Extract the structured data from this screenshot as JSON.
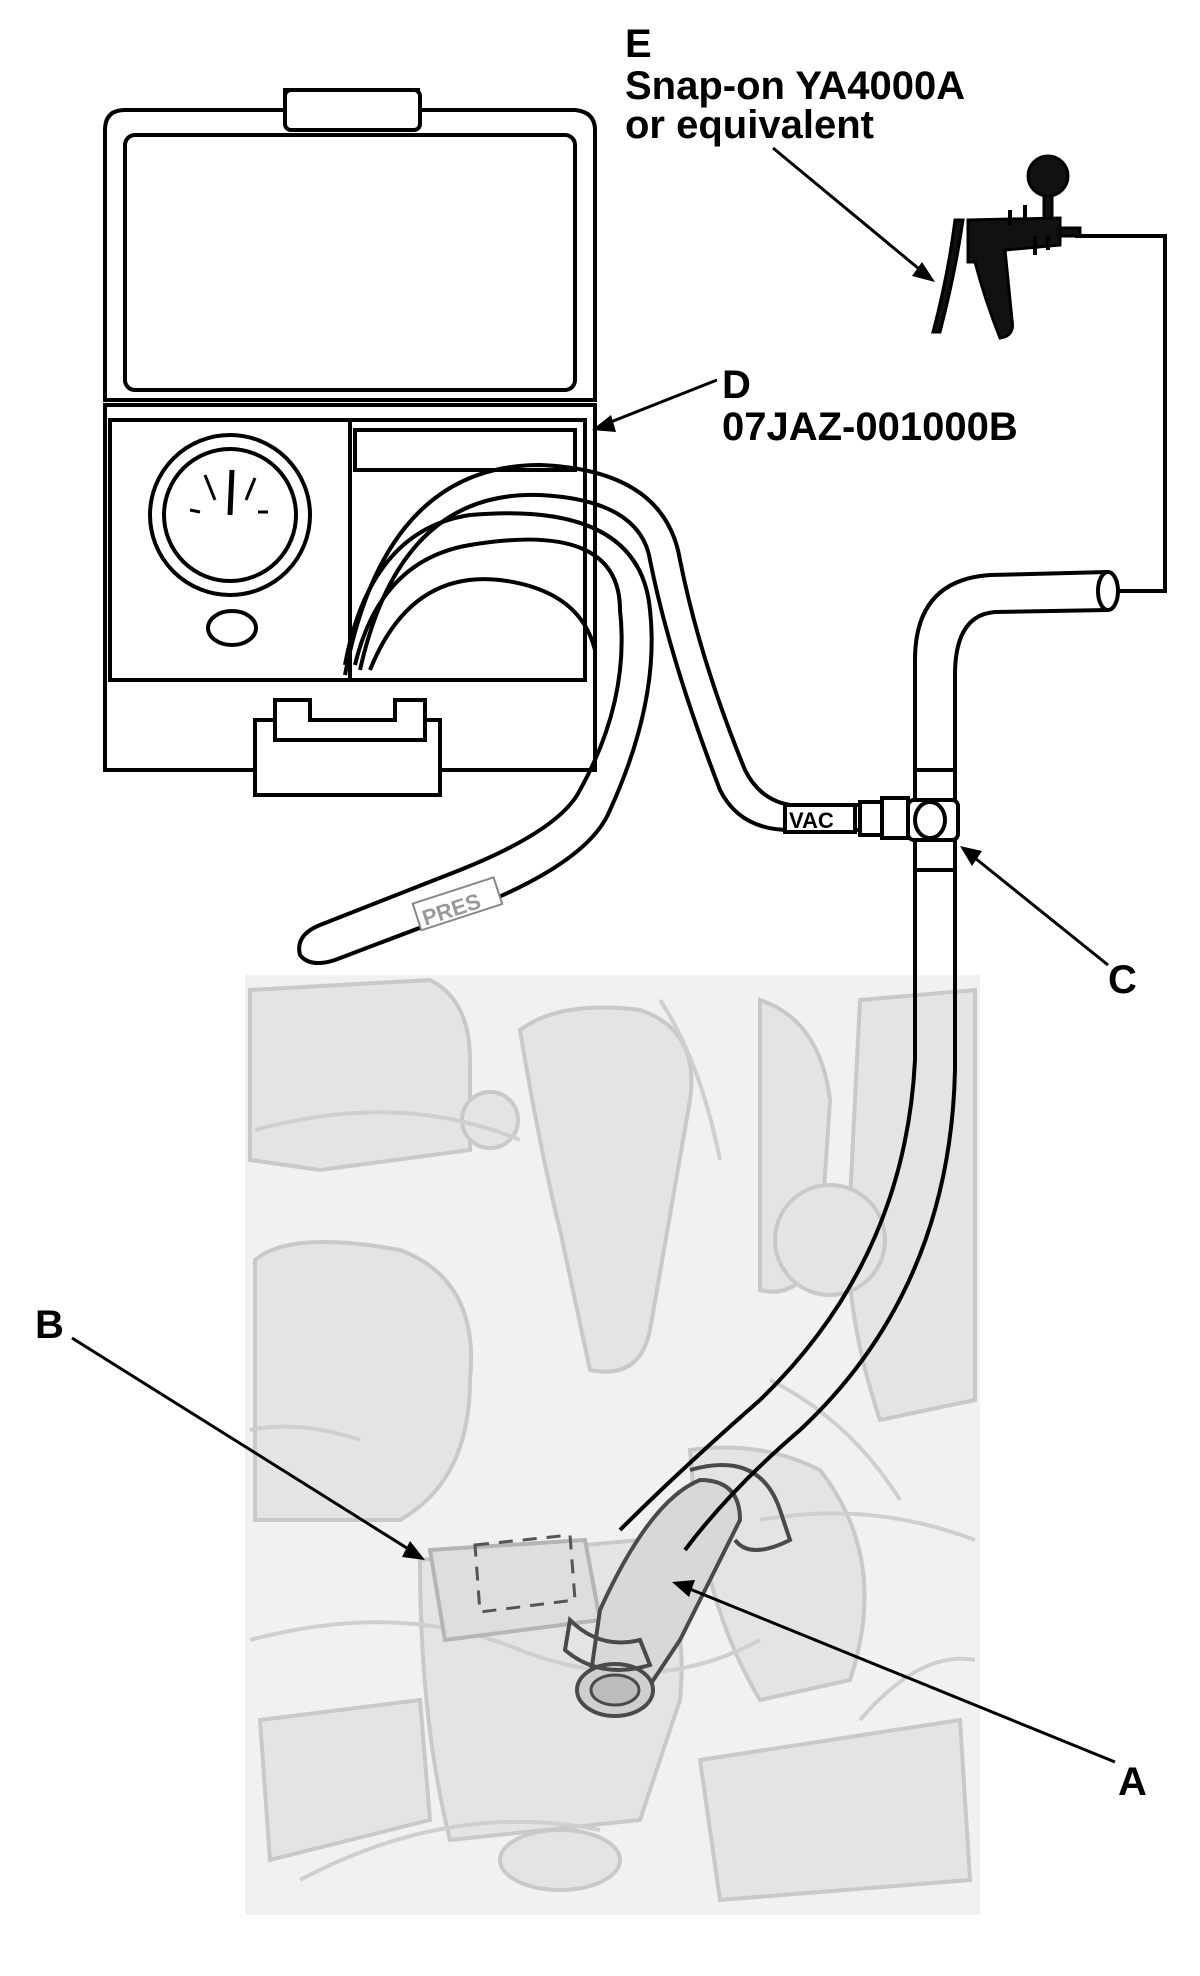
{
  "labels": {
    "A": "A",
    "B": "B",
    "C": "C",
    "D": "D",
    "D_part": "07JAZ-001000B",
    "E": "E",
    "E_line1": "Snap-on YA4000A",
    "E_line2": "or equivalent"
  },
  "hose_tags": {
    "vac": "VAC",
    "pres": "PRES"
  },
  "colors": {
    "line": "#000000",
    "engine_fill": "#e8e8e8",
    "engine_stroke": "#c8c8c8",
    "background": "#ffffff"
  }
}
